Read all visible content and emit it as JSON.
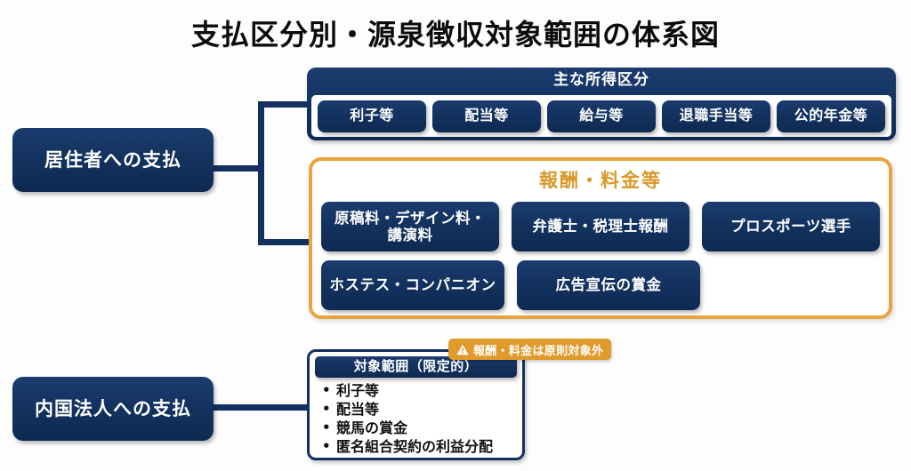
{
  "page": {
    "title": "支払区分別・源泉徴収対象範囲の体系図",
    "background_color": "#fdfdfd",
    "navy_color": "#13315f",
    "orange_color": "#e8a33d"
  },
  "payers": [
    {
      "id": "resident",
      "label": "居住者への支払"
    },
    {
      "id": "domestic",
      "label": "内国法人への支払"
    }
  ],
  "income_panel": {
    "title": "主な所得区分",
    "items": [
      {
        "label": "利子等"
      },
      {
        "label": "配当等"
      },
      {
        "label": "給与等"
      },
      {
        "label": "退職手当等"
      },
      {
        "label": "公的年金等"
      }
    ]
  },
  "reward_panel": {
    "title": "報酬・料金等",
    "row1": [
      {
        "label": "原稿料・デザイン料・講演料"
      },
      {
        "label": "弁護士・税理士報酬"
      },
      {
        "label": "プロスポーツ選手"
      }
    ],
    "row2": [
      {
        "label": "ホステス・コンパニオン"
      },
      {
        "label": "広告宣伝の賞金"
      }
    ]
  },
  "scope_card": {
    "header": "対象範囲（限定的）",
    "items": [
      {
        "label": "利子等"
      },
      {
        "label": "配当等"
      },
      {
        "label": "競馬の賞金"
      },
      {
        "label": "匿名組合契約の利益分配"
      }
    ]
  },
  "warning_badge": {
    "icon": "warning-triangle-icon",
    "label": "報酬・料金は原則対象外"
  }
}
